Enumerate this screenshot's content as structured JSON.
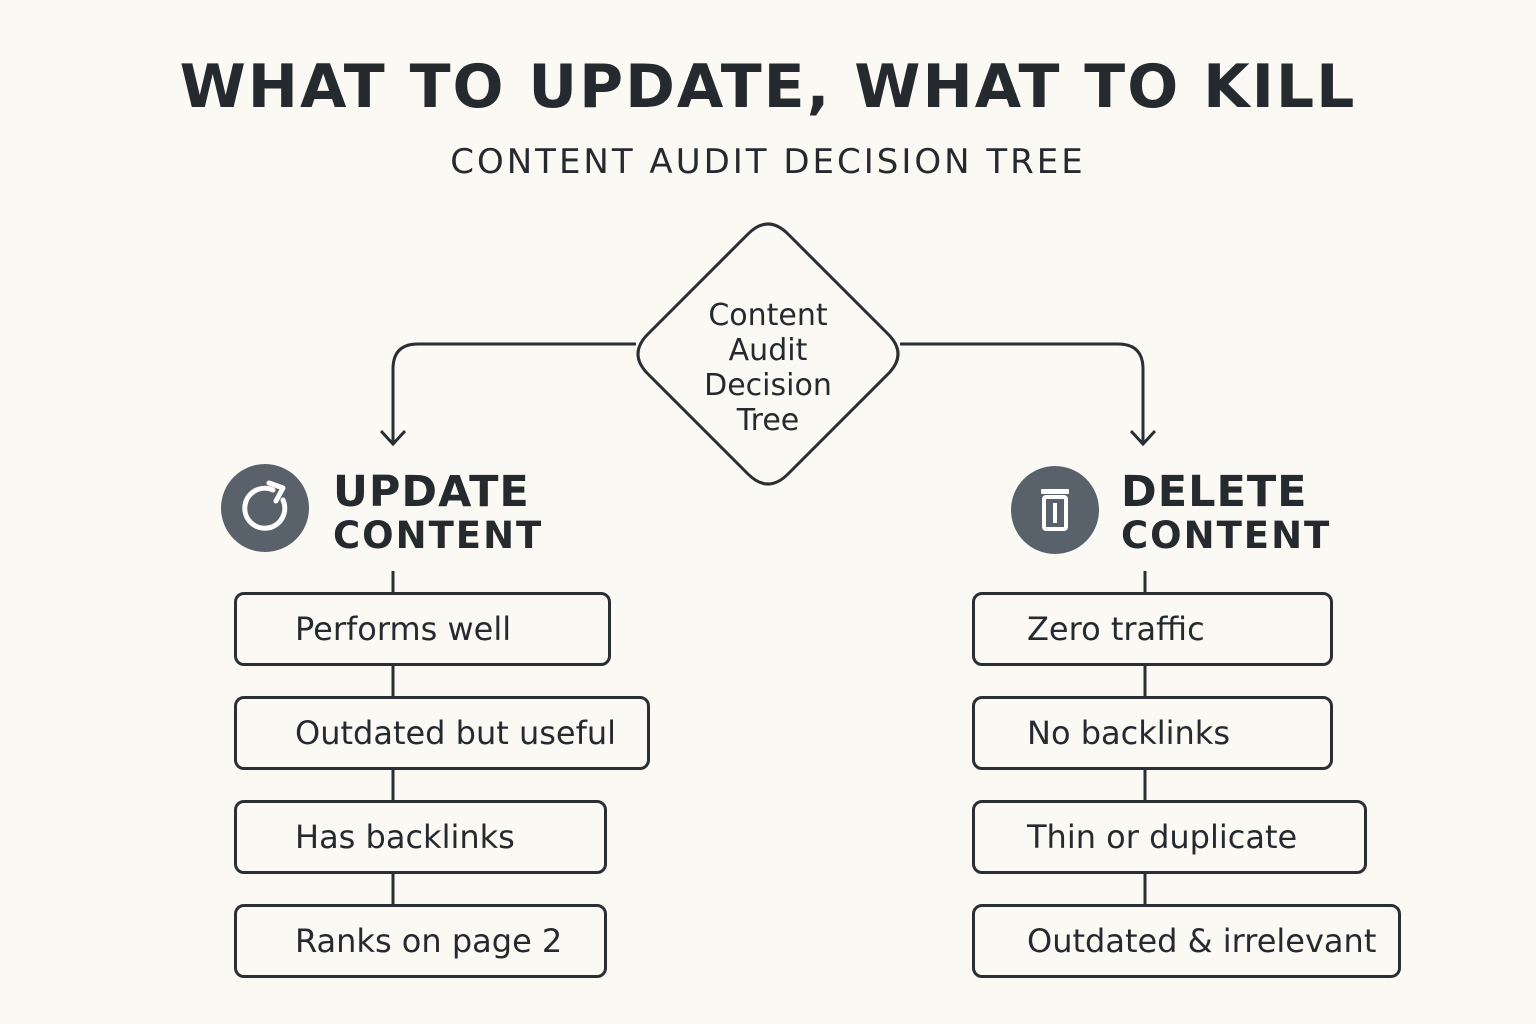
{
  "header": {
    "title": "WHAT TO UPDATE, WHAT TO KILL",
    "subtitle": "CONTENT AUDIT DECISION TREE"
  },
  "decision": {
    "lines": [
      "Content",
      "Audit",
      "Decision",
      "Tree"
    ]
  },
  "update": {
    "icon": "refresh-icon",
    "title_line1": "UPDATE",
    "title_line2": "CONTENT",
    "criteria": [
      "Performs well",
      "Outdated but useful",
      "Has backlinks",
      "Ranks on page 2"
    ]
  },
  "delete": {
    "icon": "trash-icon",
    "title_line1": "DELETE",
    "title_line2": "CONTENT",
    "criteria": [
      "Zero traffic",
      "No backlinks",
      "Thin or duplicate",
      "Outdated & irrelevant"
    ]
  },
  "colors": {
    "background": "#fbf9f4",
    "ink": "#252a2f",
    "icon_fill": "#59626a"
  }
}
